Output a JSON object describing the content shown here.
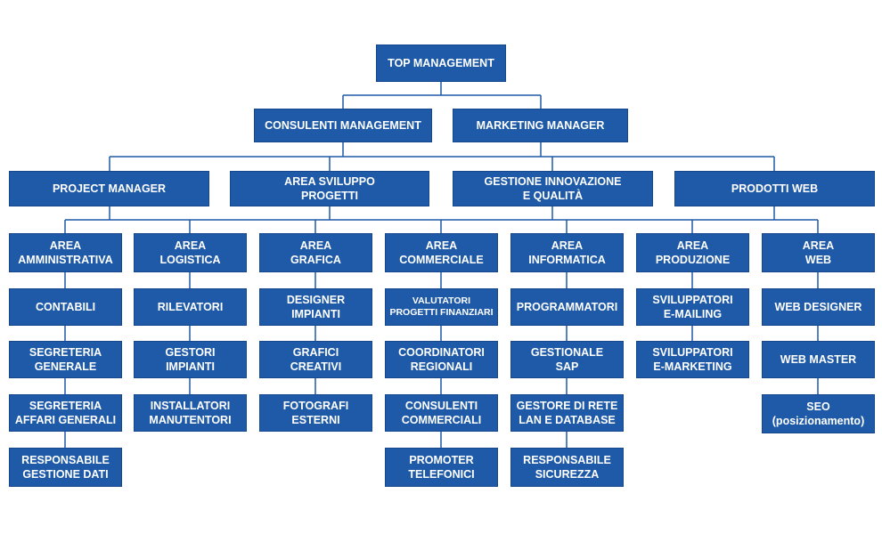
{
  "org": {
    "top": "TOP MANAGEMENT",
    "level2": [
      "CONSULENTI MANAGEMENT",
      "MARKETING MANAGER"
    ],
    "level3": [
      "PROJECT MANAGER",
      "AREA SVILUPPO\nPROGETTI",
      "GESTIONE INNOVAZIONE\nE QUALITÀ",
      "PRODOTTI WEB"
    ],
    "columns": [
      {
        "area": "AREA\nAMMINISTRATIVA",
        "children": [
          "CONTABILI",
          "SEGRETERIA\nGENERALE",
          "SEGRETERIA\nAFFARI GENERALI",
          "RESPONSABILE\nGESTIONE DATI"
        ]
      },
      {
        "area": "AREA\nLOGISTICA",
        "children": [
          "RILEVATORI",
          "GESTORI\nIMPIANTI",
          "INSTALLATORI\nMANUTENTORI"
        ]
      },
      {
        "area": "AREA\nGRAFICA",
        "children": [
          "DESIGNER\nIMPIANTI",
          "GRAFICI\nCREATIVI",
          "FOTOGRAFI\nESTERNI"
        ]
      },
      {
        "area": "AREA\nCOMMERCIALE",
        "children": [
          "VALUTATORI\nPROGETTI FINANZIARI",
          "COORDINATORI\nREGIONALI",
          "CONSULENTI\nCOMMERCIALI",
          "PROMOTER\nTELEFONICI"
        ]
      },
      {
        "area": "AREA\nINFORMATICA",
        "children": [
          "PROGRAMMATORI",
          "GESTIONALE\nSAP",
          "GESTORE DI RETE\nLAN E DATABASE",
          "RESPONSABILE\nSICUREZZA"
        ]
      },
      {
        "area": "AREA\nPRODUZIONE",
        "children": [
          "SVILUPPATORI\nE-MAILING",
          "SVILUPPATORI\nE-MARKETING"
        ]
      },
      {
        "area": "AREA\nWEB",
        "children": [
          "WEB DESIGNER",
          "WEB MASTER",
          "SEO\n(posizionamento)"
        ]
      }
    ]
  },
  "colors": {
    "box": "#1e5aa7",
    "line": "#1e5aa7",
    "text": "#ffffff",
    "background": "#ffffff"
  }
}
